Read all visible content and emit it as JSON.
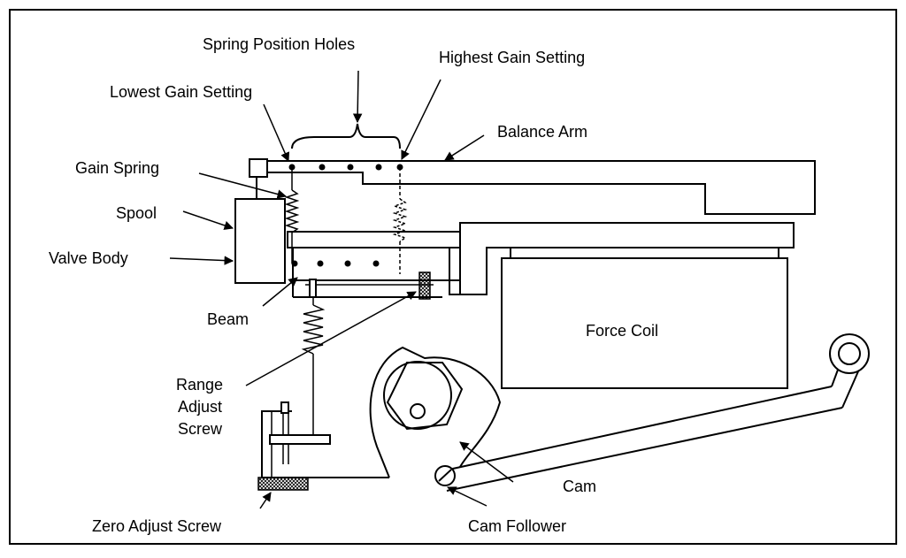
{
  "labels": {
    "spring_position_holes": "Spring Position Holes",
    "highest_gain_setting": "Highest Gain Setting",
    "lowest_gain_setting": "Lowest Gain Setting",
    "balance_arm": "Balance Arm",
    "gain_spring": "Gain Spring",
    "spool": "Spool",
    "valve_body": "Valve Body",
    "beam": "Beam",
    "force_coil": "Force Coil",
    "range_adjust_screw": [
      "Range",
      "Adjust",
      "Screw"
    ],
    "cam": "Cam",
    "zero_adjust_screw": "Zero Adjust Screw",
    "cam_follower": "Cam Follower"
  }
}
